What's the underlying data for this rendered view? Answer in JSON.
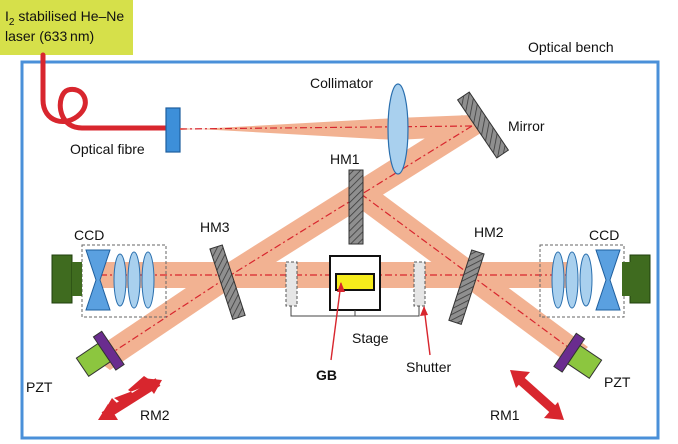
{
  "laser": {
    "line1_prefix": "I",
    "line1_sub": "2",
    "line1_rest": " stabilised He–Ne",
    "line2": "laser (633 nm)"
  },
  "labels": {
    "optical_bench": "Optical bench",
    "collimator": "Collimator",
    "mirror": "Mirror",
    "optical_fibre": "Optical fibre",
    "hm1": "HM1",
    "hm2": "HM2",
    "hm3": "HM3",
    "ccd_left": "CCD",
    "ccd_right": "CCD",
    "stage": "Stage",
    "gb": "GB",
    "shutter": "Shutter",
    "pzt_left": "PZT",
    "pzt_right": "PZT",
    "rm1": "RM1",
    "rm2": "RM2"
  },
  "colors": {
    "laser_box": "#d6e04a",
    "bench_border": "#4a90d9",
    "fibre": "#d8262e",
    "beam": "#f0a580",
    "beam_axis": "#d8262e",
    "lens": "#a9d0ee",
    "mirror_fill": "#999999",
    "ccd": "#3f6b1f",
    "pzt_purple": "#6a2c8f",
    "pzt_green": "#8cc63f",
    "gb": "#f6ec1c",
    "arrow": "#d8262e"
  }
}
